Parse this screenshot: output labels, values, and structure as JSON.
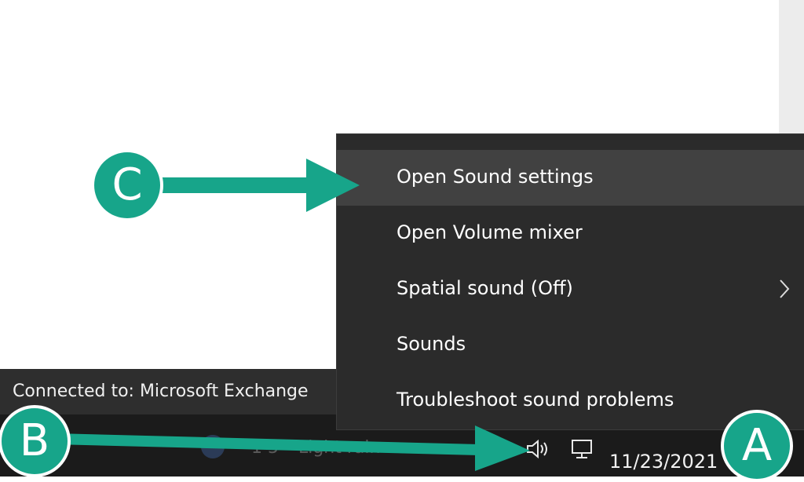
{
  "status_bar": {
    "text": "Connected to: Microsoft Exchange"
  },
  "context_menu": {
    "items": [
      {
        "label": "Open Sound settings",
        "highlighted": true
      },
      {
        "label": "Open Volume mixer"
      },
      {
        "label": "Spatial sound (Off)",
        "has_submenu": true
      },
      {
        "label": "Sounds"
      },
      {
        "label": "Troubleshoot sound problems"
      }
    ]
  },
  "taskbar": {
    "date": "11/23/2021",
    "tray_icons": [
      "speaker-icon",
      "network-icon"
    ]
  },
  "annotations": {
    "callouts": [
      "A",
      "B",
      "C"
    ],
    "color": "#17a58a"
  }
}
